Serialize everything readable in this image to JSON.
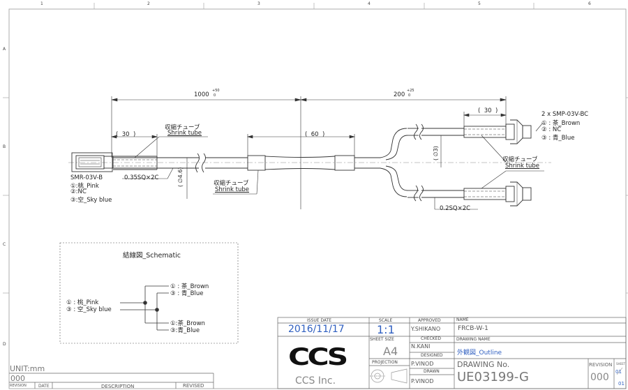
{
  "frame": {
    "cols": [
      "1",
      "2",
      "3",
      "4",
      "5",
      "6"
    ],
    "rows": [
      "A",
      "B",
      "C",
      "D"
    ]
  },
  "dims": {
    "overall": "1000",
    "overall_tol": "+50",
    "overall_tol_low": "0",
    "branch": "200",
    "branch_tol": "+25",
    "branch_tol_low": "0",
    "left_strip": "30",
    "right_strip": "30",
    "mid_tube": "60",
    "dia_main": "4.6",
    "dia_branch": "3"
  },
  "labels": {
    "shrink_jp": "収縮チューブ",
    "shrink_en": "Shrink tube",
    "wire_main": "0.35SQ×2C",
    "wire_branch": "0.2SQ×2C",
    "left_conn": "SMR-03V-B",
    "left_p1": "①:桃_Pink",
    "left_p2": "②:NC",
    "left_p3": "③:空_Sky blue",
    "right_conn": "2 x SMP-03V-BC",
    "right_p1": "① : 茶_Brown",
    "right_p2": "② : NC",
    "right_p3": "③ : 青_Blue"
  },
  "schematic": {
    "title": "結線図_Schematic",
    "left_1": "① : 桃_Pink",
    "left_3": "③ : 空_Sky blue",
    "top_1": "① : 茶_Brown",
    "top_3": "③ : 青_Blue",
    "bot_1": "①:茶_Brown",
    "bot_3": "③:青_Blue"
  },
  "title_block": {
    "issue_date_label": "ISSUE DATE",
    "issue_date": "2016/11/17",
    "scale_label": "SCALE",
    "scale": "1:1",
    "approved_label": "APPROVED",
    "approved": "Y.SHIKANO",
    "checked_label": "CHECKED",
    "checked": "N.KANI",
    "designed_label": "DESIGNED",
    "designed": "P.VINOD",
    "drawn_label": "DRAWN",
    "drawn": "P.VINOD",
    "sheet_size_label": "SHEET  SIZE",
    "sheet_size": "A4",
    "projection_label": "PROJECTION",
    "name_label": "NAME",
    "name": "FRCB-W-1",
    "drawing_name_label": "DRAWING NAME",
    "drawing_name": "外観図_Outline",
    "drawing_no_label": "DRAWING No.",
    "drawing_no": "UE03199-G",
    "revision_label": "REVISION",
    "sheet_label": "SHEET",
    "revision": "000",
    "sheet_num": "01",
    "sheet_total": "01",
    "company_logo": "CCS",
    "company": "CCS Inc."
  },
  "revision_table": {
    "unit": "UNIT:mm",
    "rev": "000",
    "h_revision": "REVISION",
    "h_date": "DATE",
    "h_desc": "DESCRIPTION",
    "h_revised": "REVISED"
  }
}
